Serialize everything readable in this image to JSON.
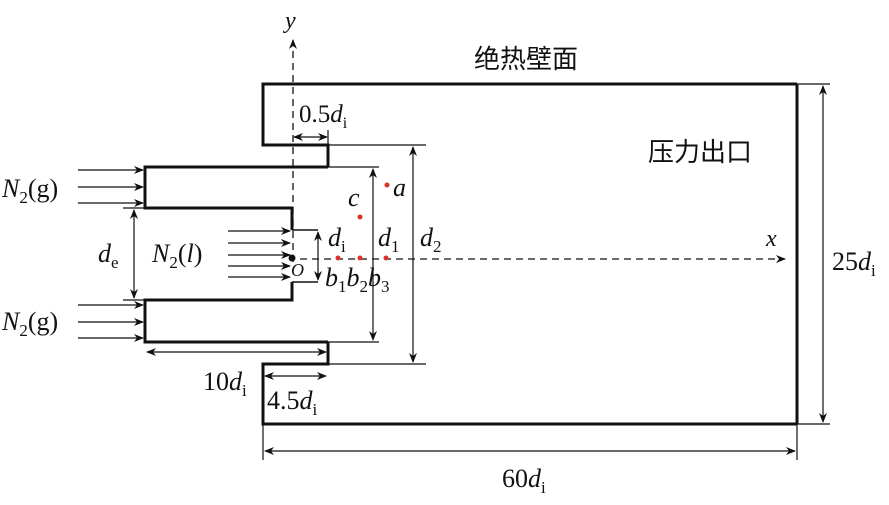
{
  "labels": {
    "adiabatic_wall": "绝热壁面",
    "pressure_outlet": "压力出口",
    "y_axis": "y",
    "x_axis": "x",
    "origin": "O",
    "gas_inlet_top": {
      "base": "N",
      "sub": "2",
      "rest": "(g)"
    },
    "gas_inlet_bottom": {
      "base": "N",
      "sub": "2",
      "rest": "(g)"
    },
    "liquid_inlet": {
      "base": "N",
      "sub": "2",
      "rest": "(l)"
    },
    "point_a": "a",
    "point_c": "c",
    "point_b1": {
      "base": "b",
      "sub": "1"
    },
    "point_b2": {
      "base": "b",
      "sub": "2"
    },
    "point_b3": {
      "base": "b",
      "sub": "3"
    }
  },
  "dimensions": {
    "step_width": {
      "coef": "0.5",
      "var": "d",
      "sub": "i"
    },
    "inner_diameter": {
      "coef": "",
      "var": "d",
      "sub": "i"
    },
    "d1": {
      "coef": "",
      "var": "d",
      "sub": "1"
    },
    "d2": {
      "coef": "",
      "var": "d",
      "sub": "2"
    },
    "de": {
      "coef": "",
      "var": "d",
      "sub": "e"
    },
    "outer_tube_length": {
      "coef": "10",
      "var": "d",
      "sub": "i"
    },
    "step_length": {
      "coef": "4.5",
      "var": "d",
      "sub": "i"
    },
    "chamber_height": {
      "coef": "25",
      "var": "d",
      "sub": "i"
    },
    "chamber_length": {
      "coef": "60",
      "var": "d",
      "sub": "i"
    }
  },
  "colors": {
    "line": "#111111",
    "monitor_point": "#e0302a"
  }
}
